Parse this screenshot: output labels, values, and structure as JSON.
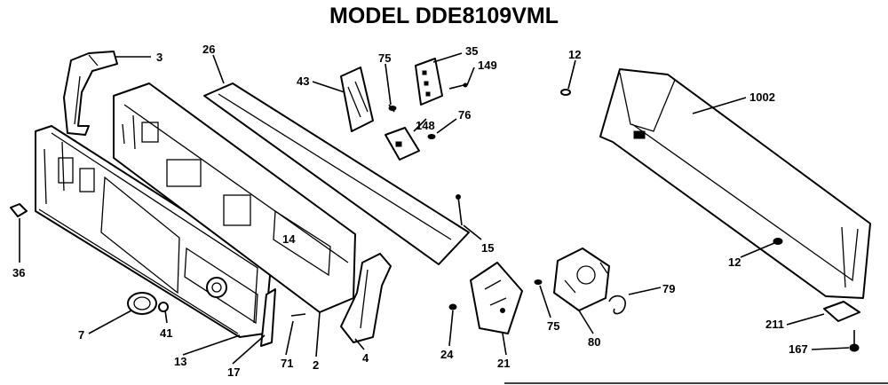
{
  "title": "MODEL DDE8109VML",
  "callouts": {
    "p3": "3",
    "p26": "26",
    "p43": "43",
    "p75a": "75",
    "p35": "35",
    "p149": "149",
    "p12a": "12",
    "p1002": "1002",
    "p148": "148",
    "p76": "76",
    "p36": "36",
    "p14": "14",
    "p15": "15",
    "p12b": "12",
    "p79": "79",
    "p7": "7",
    "p41": "41",
    "p13": "13",
    "p17": "17",
    "p71": "71",
    "p2": "2",
    "p4": "4",
    "p24": "24",
    "p21": "21",
    "p75b": "75",
    "p80": "80",
    "p211": "211",
    "p167": "167"
  }
}
